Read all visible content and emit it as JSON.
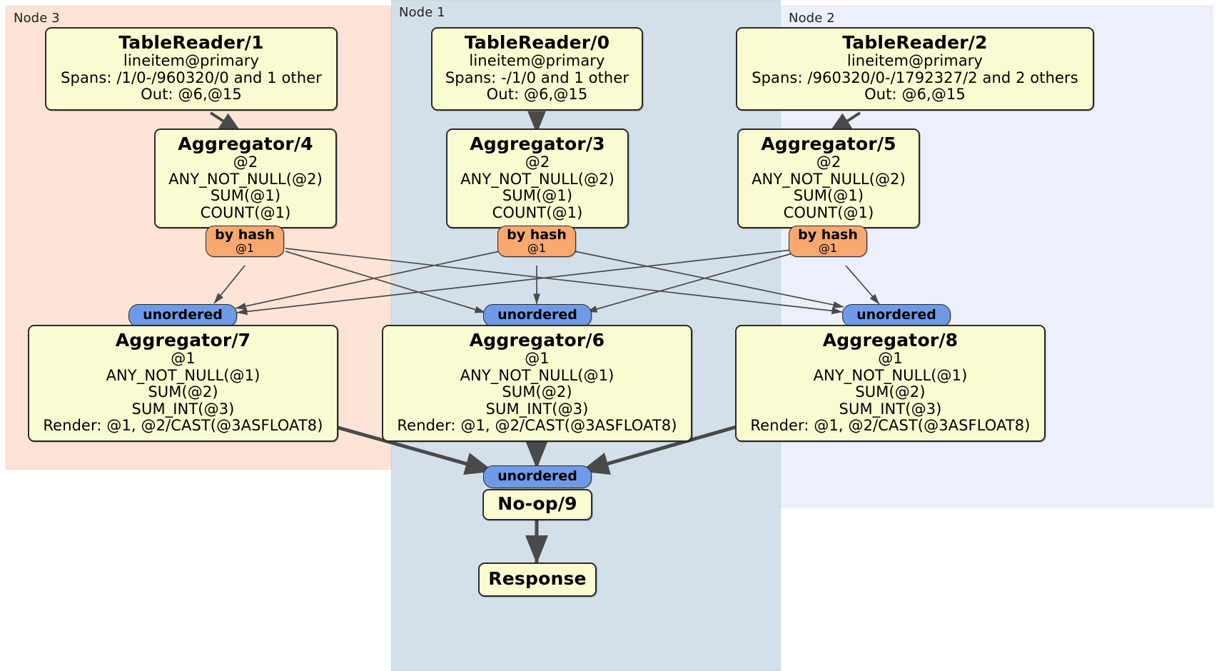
{
  "diagram": {
    "type": "distributed-query-plan",
    "colors": {
      "node3_bg": "#FDE4D6",
      "node1_bg": "#D3E0EA",
      "node2_bg": "#EBF0FB",
      "processor_box": "#FBFBD2",
      "hash_badge": "#F9A870",
      "unordered_badge": "#6E9AE8",
      "edge": "#4a4a4a"
    },
    "nodes": [
      {
        "id": "node3",
        "label": "Node 3"
      },
      {
        "id": "node1",
        "label": "Node 1"
      },
      {
        "id": "node2",
        "label": "Node 2"
      }
    ],
    "processors": {
      "tablereader1": {
        "title": "TableReader/1",
        "lines": [
          "lineitem@primary",
          "Spans: /1/0-/960320/0 and 1 other",
          "Out: @6,@15"
        ]
      },
      "tablereader0": {
        "title": "TableReader/0",
        "lines": [
          "lineitem@primary",
          "Spans: -/1/0 and 1 other",
          "Out: @6,@15"
        ]
      },
      "tablereader2": {
        "title": "TableReader/2",
        "lines": [
          "lineitem@primary",
          "Spans: /960320/0-/1792327/2 and 2 others",
          "Out: @6,@15"
        ]
      },
      "aggregator4": {
        "title": "Aggregator/4",
        "lines": [
          "@2",
          "ANY_NOT_NULL(@2)",
          "SUM(@1)",
          "COUNT(@1)"
        ]
      },
      "aggregator3": {
        "title": "Aggregator/3",
        "lines": [
          "@2",
          "ANY_NOT_NULL(@2)",
          "SUM(@1)",
          "COUNT(@1)"
        ]
      },
      "aggregator5": {
        "title": "Aggregator/5",
        "lines": [
          "@2",
          "ANY_NOT_NULL(@2)",
          "SUM(@1)",
          "COUNT(@1)"
        ]
      },
      "aggregator7": {
        "title": "Aggregator/7",
        "lines": [
          "@1",
          "ANY_NOT_NULL(@1)",
          "SUM(@2)",
          "SUM_INT(@3)",
          "Render: @1, @2/CAST(@3ASFLOAT8)"
        ]
      },
      "aggregator6": {
        "title": "Aggregator/6",
        "lines": [
          "@1",
          "ANY_NOT_NULL(@1)",
          "SUM(@2)",
          "SUM_INT(@3)",
          "Render: @1, @2/CAST(@3ASFLOAT8)"
        ]
      },
      "aggregator8": {
        "title": "Aggregator/8",
        "lines": [
          "@1",
          "ANY_NOT_NULL(@1)",
          "SUM(@2)",
          "SUM_INT(@3)",
          "Render: @1, @2/CAST(@3ASFLOAT8)"
        ]
      },
      "noop9": {
        "title": "No-op/9",
        "lines": []
      },
      "response": {
        "title": "Response",
        "lines": []
      }
    },
    "badges": {
      "hash_left": {
        "primary": "by hash",
        "secondary": "@1"
      },
      "hash_center": {
        "primary": "by hash",
        "secondary": "@1"
      },
      "hash_right": {
        "primary": "by hash",
        "secondary": "@1"
      },
      "unordered_left": {
        "primary": "unordered",
        "secondary": ""
      },
      "unordered_center": {
        "primary": "unordered",
        "secondary": ""
      },
      "unordered_right": {
        "primary": "unordered",
        "secondary": ""
      },
      "unordered_final": {
        "primary": "unordered",
        "secondary": ""
      }
    }
  }
}
